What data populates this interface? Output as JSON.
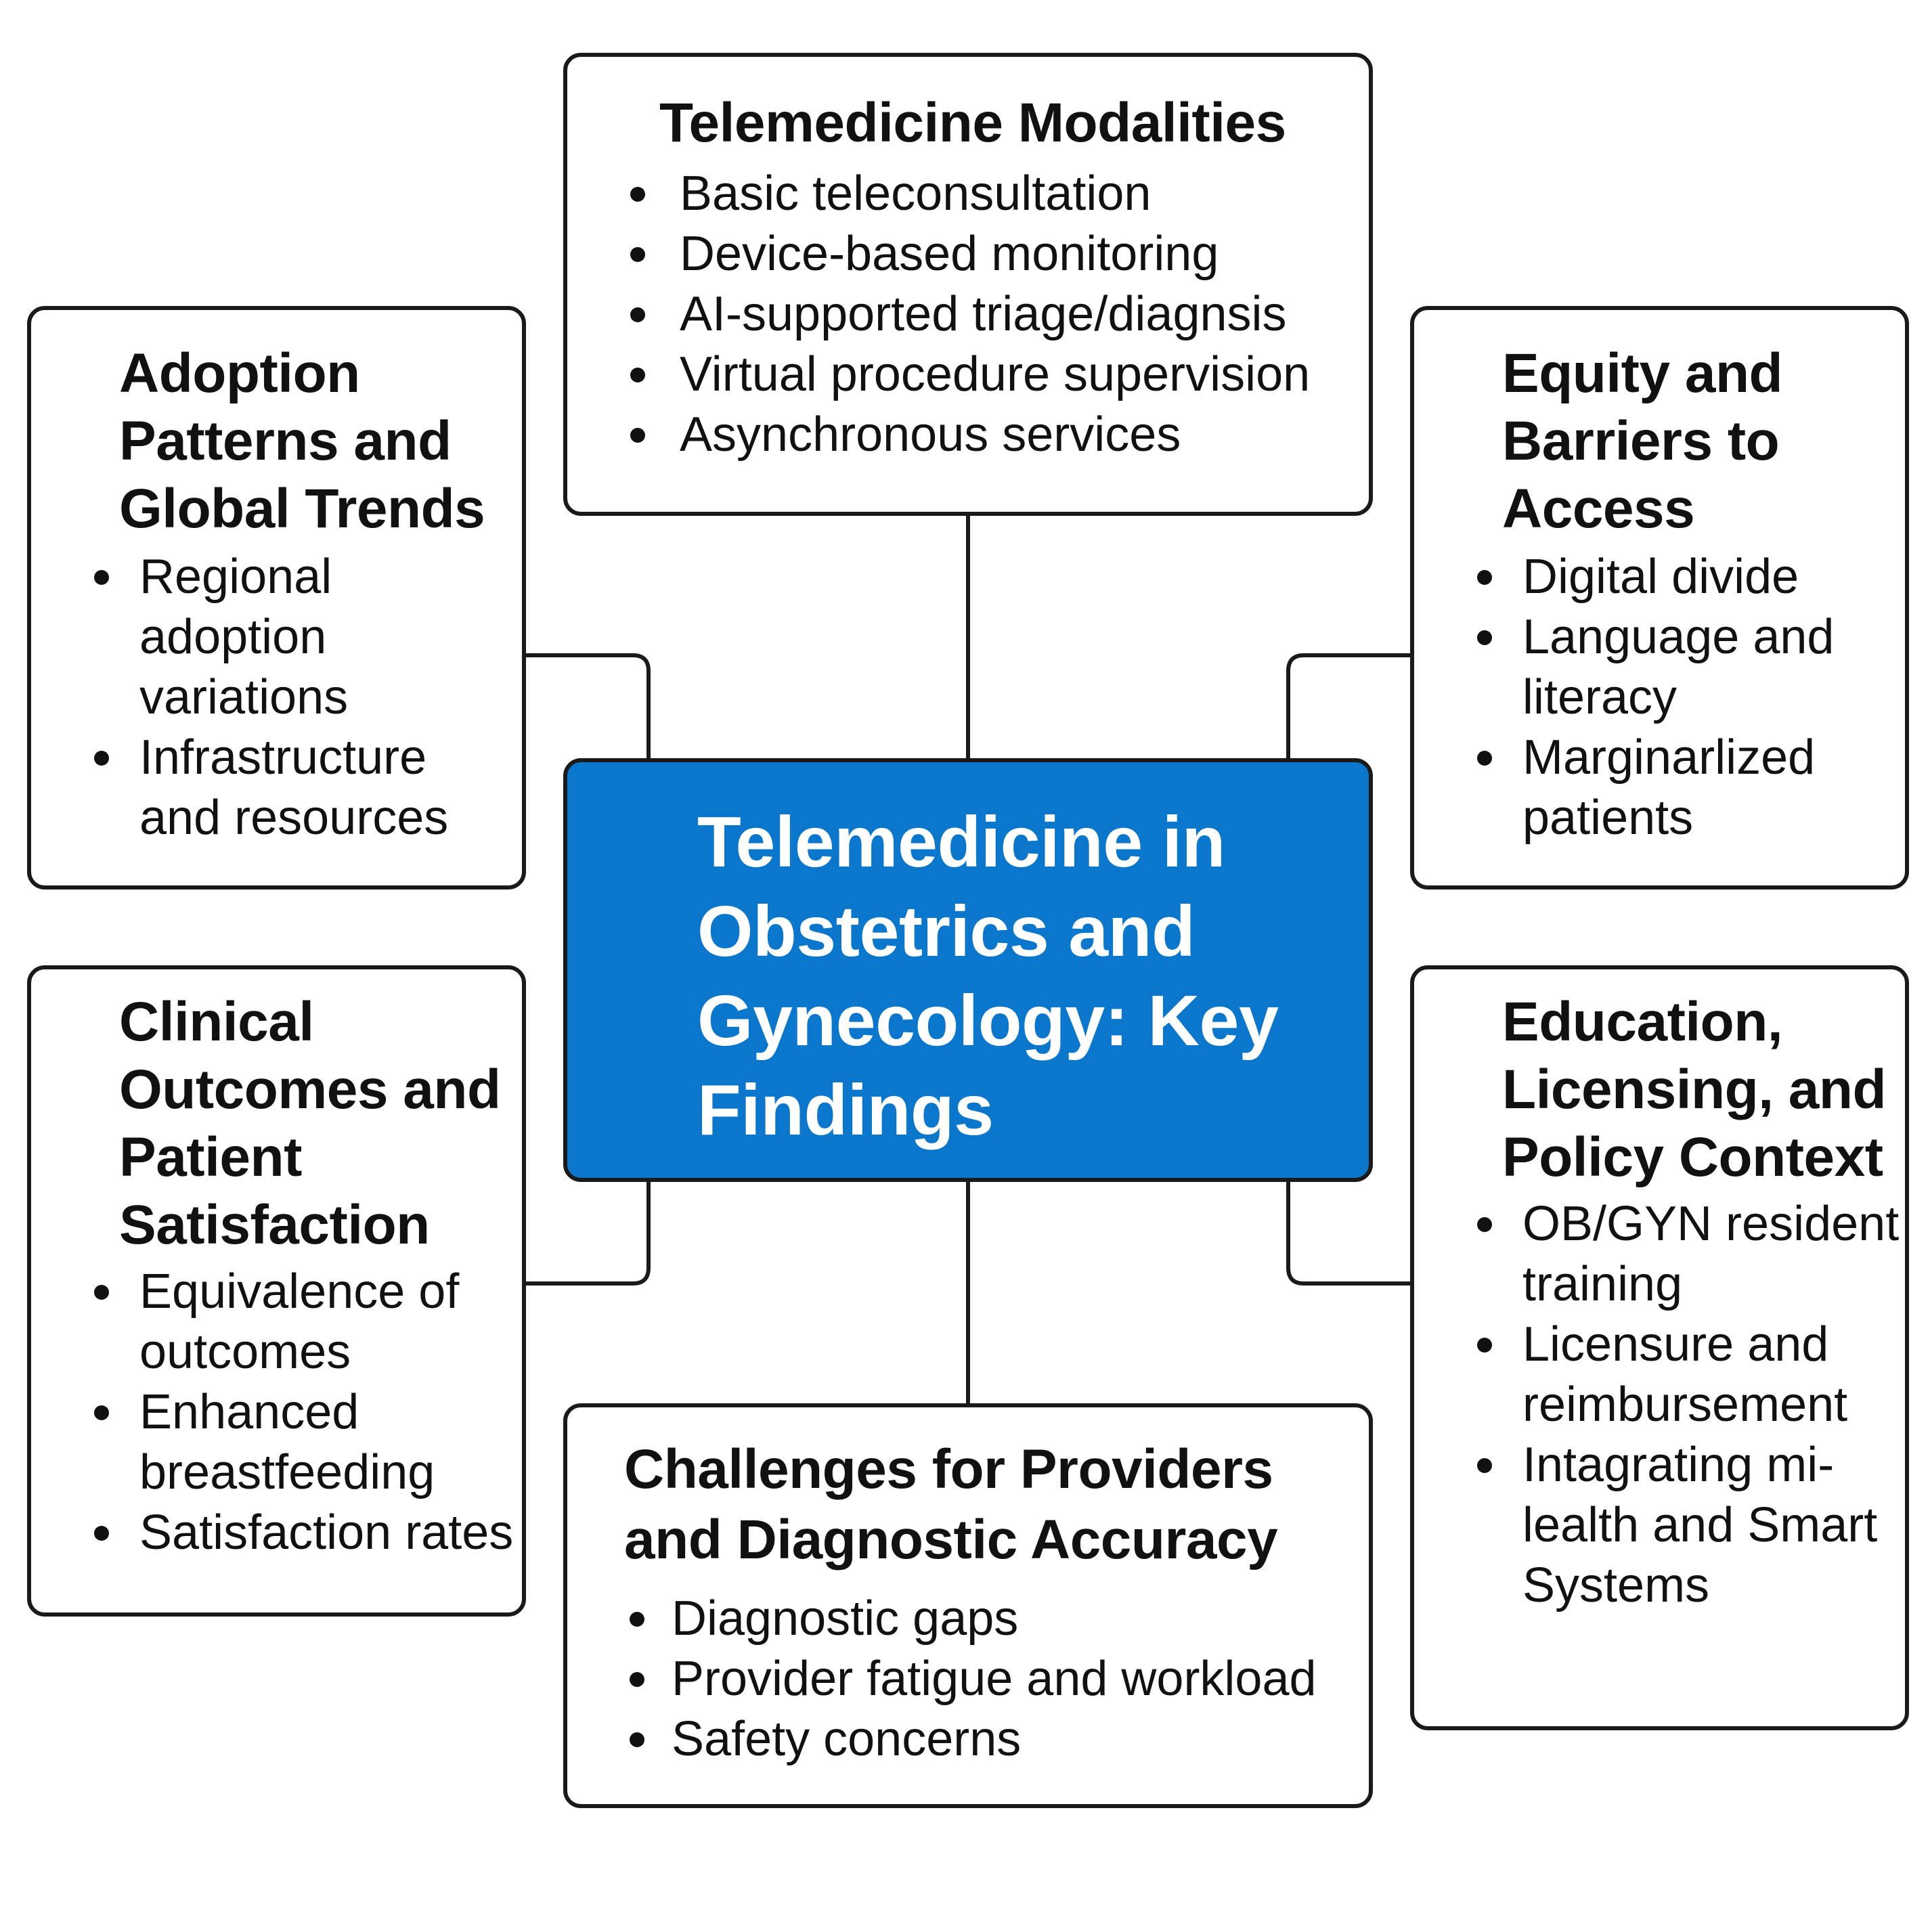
{
  "center": {
    "title": "Telemedicine in Obstetrics and Gynecology: Key Findings"
  },
  "boxes": {
    "modalities": {
      "title": "Telemedicine Modalities",
      "items": [
        "Basic teleconsultation",
        "Device-based monitoring",
        "AI-supported triage/diagnsis",
        "Virtual procedure supervision",
        "Asynchronous services"
      ]
    },
    "adoption": {
      "title": "Adoption Patterns and Global Trends",
      "items": [
        "Regional adoption variations",
        "Infrastructure and resources"
      ]
    },
    "equity": {
      "title": "Equity and Barriers to Access",
      "items": [
        "Digital divide",
        "Language and literacy",
        "Marginarlized patients"
      ]
    },
    "clinical": {
      "title": "Clinical Outcomes and Patient Satisfaction",
      "items": [
        "Equivalence of outcomes",
        "Enhanced breastfeeding",
        "Satisfaction rates"
      ]
    },
    "education": {
      "title": "Education, Licensing, and Policy Context",
      "items": [
        "OB/GYN resident training",
        "Licensure and reimbursement",
        "Intagrating mi-lealth and Smart Systems"
      ]
    },
    "challenges": {
      "title": "Challenges for Providers and Diagnostic Accuracy",
      "items": [
        "Diagnostic gaps",
        "Provider fatigue and workload",
        "Safety concerns"
      ]
    }
  },
  "colors": {
    "center_fill": "#0a77cc",
    "center_text": "#ffffff",
    "border": "#1a1a1a",
    "background": "#ffffff"
  }
}
